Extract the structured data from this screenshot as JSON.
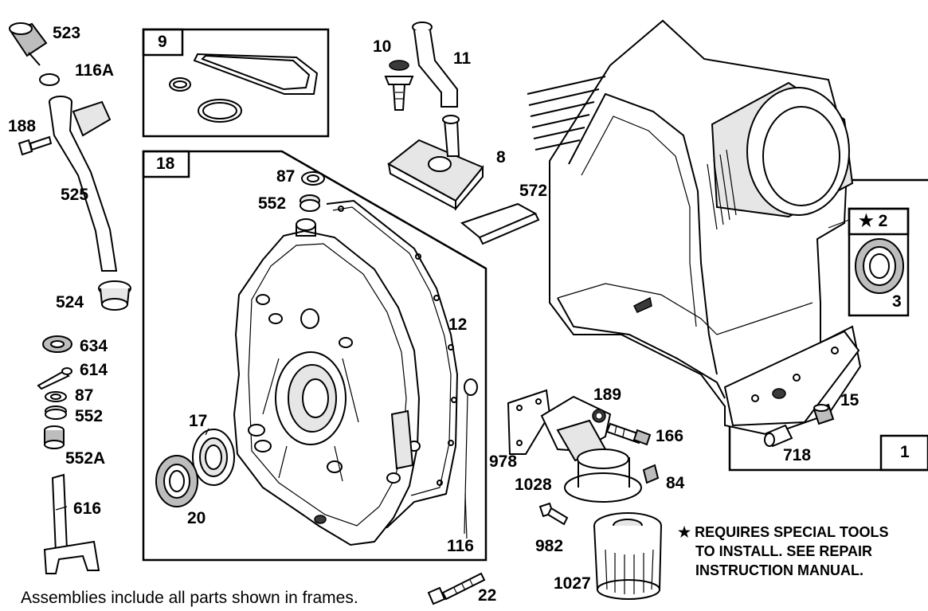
{
  "frames": {
    "frame_9": "9",
    "frame_18": "18",
    "frame_1": "1",
    "frame_2": "★ 2"
  },
  "parts": {
    "p523": "523",
    "p116A": "116A",
    "p188": "188",
    "p525": "525",
    "p524": "524",
    "p634": "634",
    "p614": "614",
    "p87_left": "87",
    "p552_left": "552",
    "p552A": "552A",
    "p616": "616",
    "p87_frame": "87",
    "p552_frame": "552",
    "p12": "12",
    "p17": "17",
    "p20": "20",
    "p116": "116",
    "p22": "22",
    "p10": "10",
    "p11": "11",
    "p8": "8",
    "p572": "572",
    "p3": "3",
    "p189": "189",
    "p166": "166",
    "p978": "978",
    "p1028": "1028",
    "p84": "84",
    "p982": "982",
    "p1027": "1027",
    "p15": "15",
    "p718": "718"
  },
  "footer": "Assemblies include all parts shown in frames.",
  "note": {
    "line1": "★ REQUIRES SPECIAL TOOLS",
    "line2": "TO INSTALL.  SEE REPAIR",
    "line3": "INSTRUCTION MANUAL."
  }
}
